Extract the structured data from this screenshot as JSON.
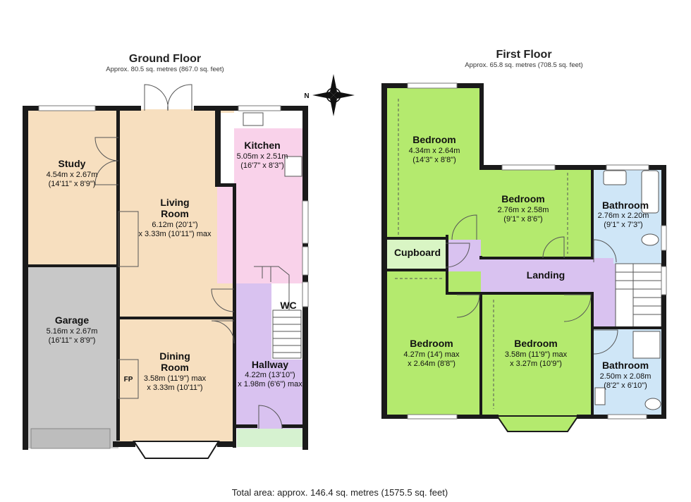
{
  "ground_floor": {
    "title": "Ground Floor",
    "area": "Approx. 80.5 sq. metres (867.0 sq. feet)",
    "rooms": {
      "study": {
        "name": "Study",
        "dim1": "4.54m x 2.67m",
        "dim2": "(14'11\" x 8'9\")"
      },
      "living": {
        "name1": "Living",
        "name2": "Room",
        "dim1": "6.12m (20'1\")",
        "dim2": "x 3.33m (10'11\") max"
      },
      "kitchen": {
        "name": "Kitchen",
        "dim1": "5.05m x 2.51m",
        "dim2": "(16'7\" x 8'3\")"
      },
      "garage": {
        "name": "Garage",
        "dim1": "5.16m x 2.67m",
        "dim2": "(16'11\" x 8'9\")"
      },
      "dining": {
        "name1": "Dining",
        "name2": "Room",
        "dim1": "3.58m (11'9\") max",
        "dim2": "x 3.33m (10'11\")"
      },
      "hallway": {
        "name": "Hallway",
        "dim1": "4.22m (13'10\")",
        "dim2": "x 1.98m (6'6\") max"
      },
      "wc": {
        "name": "WC"
      },
      "fp": {
        "name": "FP"
      }
    }
  },
  "first_floor": {
    "title": "First Floor",
    "area": "Approx. 65.8 sq. metres (708.5 sq. feet)",
    "rooms": {
      "bed1": {
        "name": "Bedroom",
        "dim1": "4.34m x 2.64m",
        "dim2": "(14'3\" x 8'8\")"
      },
      "bed2": {
        "name": "Bedroom",
        "dim1": "2.76m x 2.58m",
        "dim2": "(9'1\" x 8'6\")"
      },
      "bath1": {
        "name": "Bathroom",
        "dim1": "2.76m x 2.20m",
        "dim2": "(9'1\" x 7'3\")"
      },
      "cupboard": {
        "name": "Cupboard"
      },
      "landing": {
        "name": "Landing"
      },
      "bed3": {
        "name": "Bedroom",
        "dim1": "4.27m (14') max",
        "dim2": "x 2.64m (8'8\")"
      },
      "bed4": {
        "name": "Bedroom",
        "dim1": "3.58m (11'9\") max",
        "dim2": "x 3.27m (10'9\")"
      },
      "bath2": {
        "name": "Bathroom",
        "dim1": "2.50m x 2.08m",
        "dim2": "(8'2\" x 6'10\")"
      }
    }
  },
  "compass": {
    "label": "N"
  },
  "total": "Total area: approx. 146.4 sq. metres (1575.5 sq. feet)",
  "colors": {
    "wall": "#1a1a1a",
    "study": "#f7dfbf",
    "living": "#f7dfbf",
    "dining": "#f7dfbf",
    "kitchen": "#f9d2ea",
    "hallway": "#d9c2f0",
    "landing": "#d9c2f0",
    "garage": "#c8c8c8",
    "wc": "#ffffff",
    "bedroom": "#b4ea6e",
    "cupboard": "#d9f5c4",
    "bathroom": "#cfe6f7",
    "porch": "#d6f2d0"
  }
}
